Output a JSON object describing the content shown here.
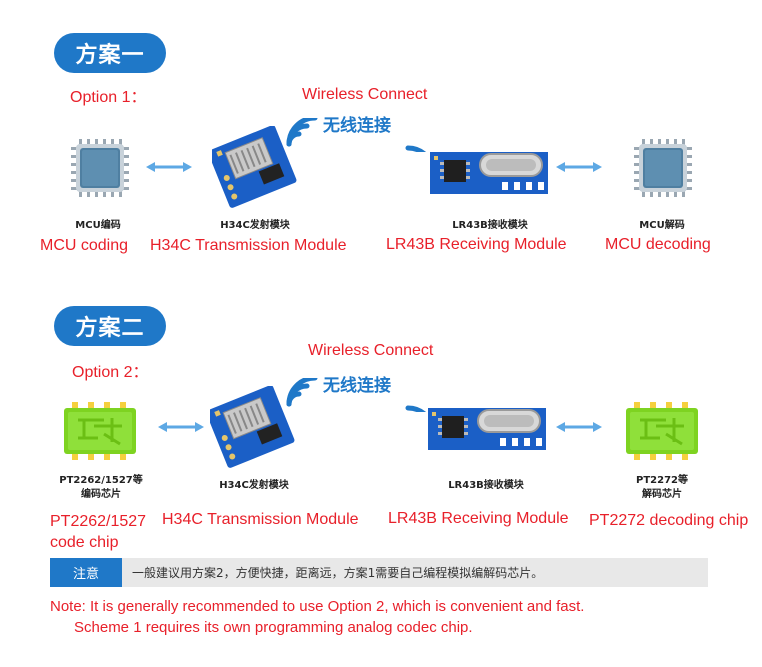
{
  "section1": {
    "badge": "方案一",
    "option": "Option 1：",
    "wireless_en": "Wireless Connect",
    "wireless_cn": "无线连接",
    "labels": [
      {
        "cn": "MCU编码",
        "en": "MCU coding"
      },
      {
        "cn": "H34C发射模块",
        "en": "H34C Transmission Module"
      },
      {
        "cn": "LR43B接收模块",
        "en": "LR43B Receiving Module"
      },
      {
        "cn": "MCU解码",
        "en": "MCU decoding"
      }
    ]
  },
  "section2": {
    "badge": "方案二",
    "option": "Option 2：",
    "wireless_en": "Wireless Connect",
    "wireless_cn": "无线连接",
    "labels": [
      {
        "cn1": "PT2262/1527等",
        "cn2": "编码芯片",
        "en1": "PT2262/1527",
        "en2": "code chip"
      },
      {
        "cn": "H34C发射模块",
        "en": "H34C Transmission Module"
      },
      {
        "cn": "LR43B接收模块",
        "en": "LR43B Receiving Module"
      },
      {
        "cn1": "PT2272等",
        "cn2": "解码芯片",
        "en": "PT2272 decoding chip"
      }
    ]
  },
  "note": {
    "label": "注意",
    "text": "一般建议用方案2，方便快捷，距离远，方案1需要自己编程模拟编解码芯片。",
    "en_line1": "Note: It is generally recommended to use Option 2, which is convenient and fast.",
    "en_line2": "Scheme 1 requires its own programming analog codec chip."
  },
  "colors": {
    "accent": "#1f78c8",
    "red": "#e8202a",
    "pcb": "#1b5fc6",
    "chip_green": "#7ed321"
  }
}
